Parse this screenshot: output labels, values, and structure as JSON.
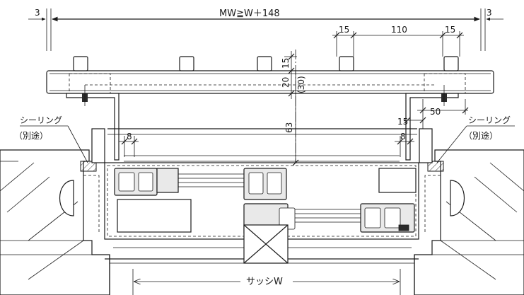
{
  "dims": {
    "left_gap": "3",
    "right_gap": "3",
    "mw": "MW≧W＋148",
    "d15_left": "15",
    "d110": "110",
    "d15_right": "15",
    "v15": "15",
    "v20": "20",
    "v30": "(30)",
    "v63": "63",
    "d8_left": "8",
    "d8_right": "8",
    "d15_mid": "15",
    "d50": "50",
    "sash_w": "サッシW"
  },
  "notes": {
    "sealing_left": "シーリング",
    "sealing_left_sub": "（別途）",
    "sealing_right": "シーリング",
    "sealing_right_sub": "（別途）"
  }
}
